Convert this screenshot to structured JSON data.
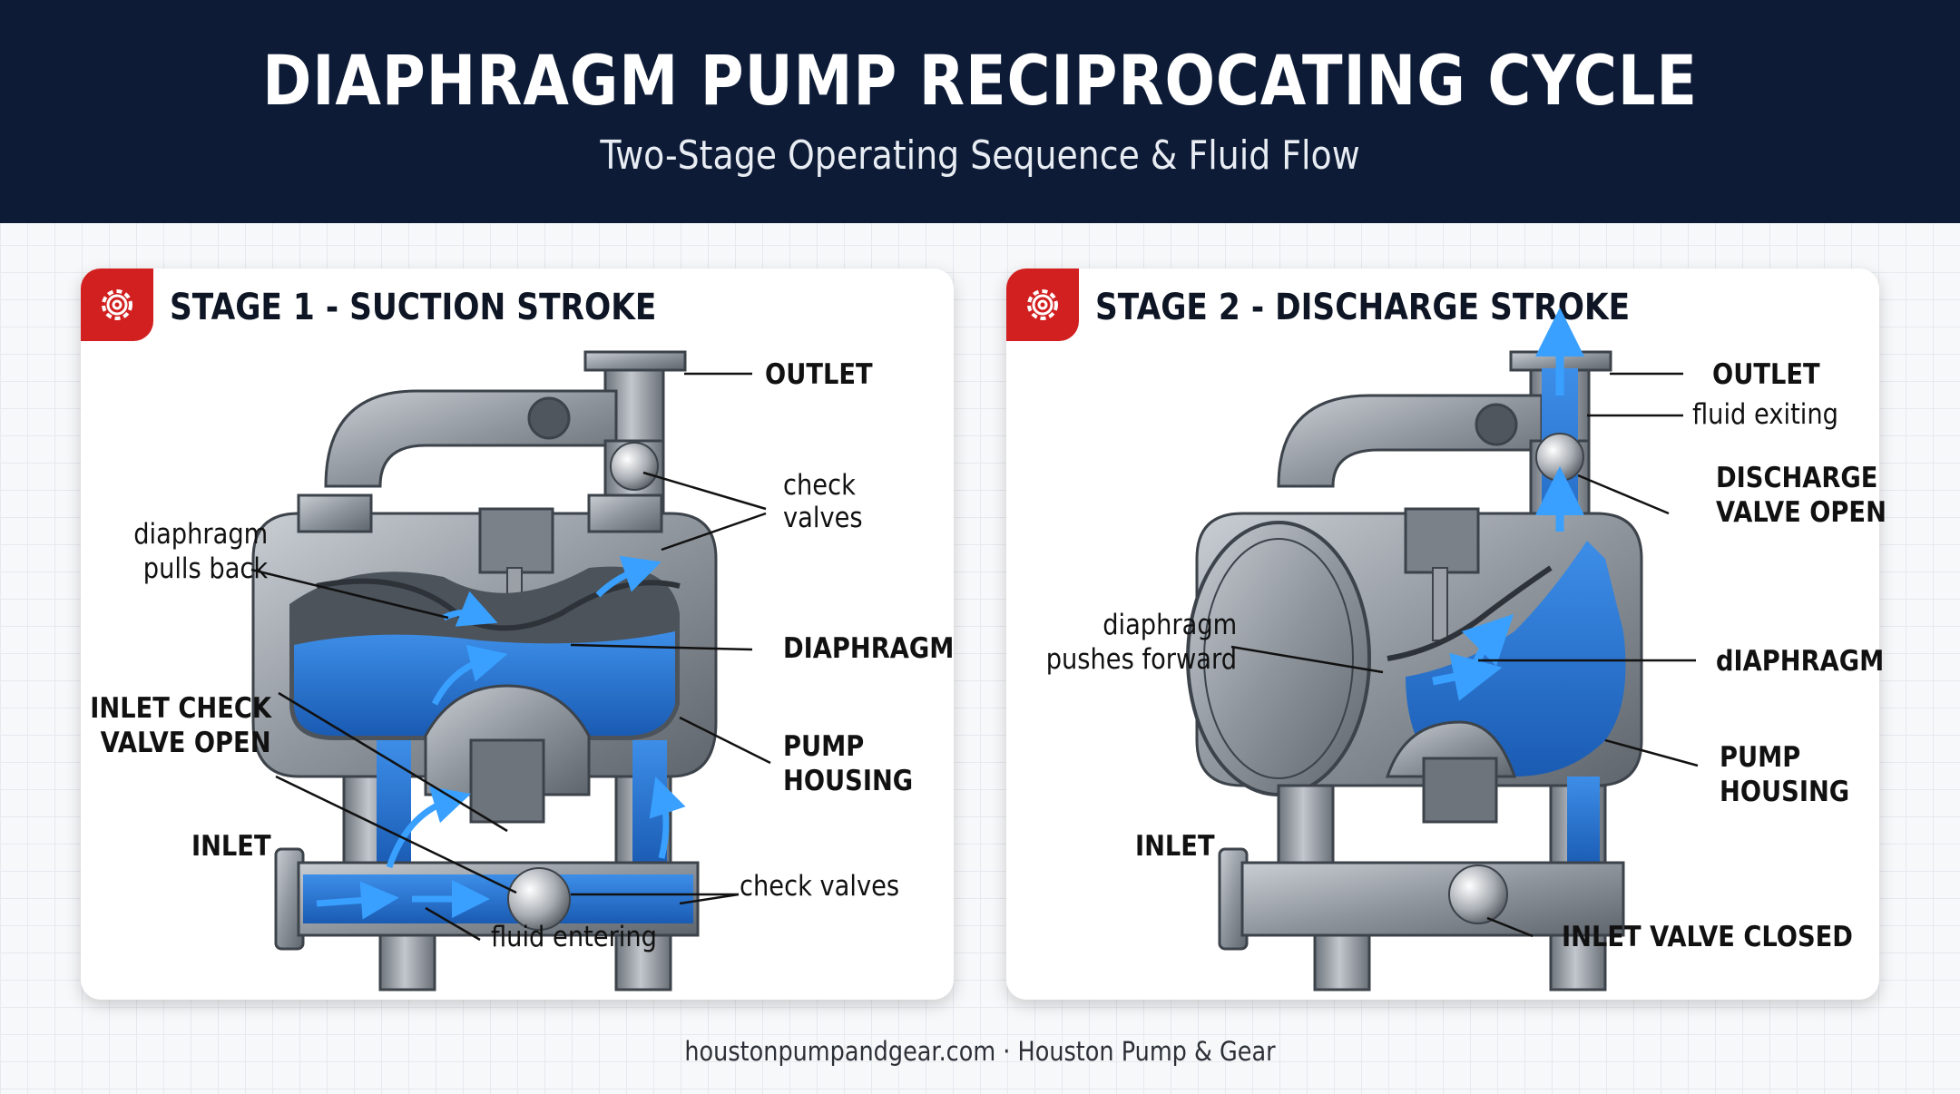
{
  "header": {
    "title": "DIAPHRAGM PUMP RECIPROCATING CYCLE",
    "subtitle": "Two-Stage Operating Sequence & Fluid Flow"
  },
  "panels": [
    {
      "icon": "gear-icon",
      "title": "STAGE 1 - SUCTION STROKE",
      "labels": {
        "outlet": "OUTLET",
        "check_valves_top": [
          "check",
          "valves"
        ],
        "diaphragm_action": [
          "diaphragm",
          "pulls back"
        ],
        "diaphragm": "DIAPHRAGM",
        "inlet_valve": [
          "INLET CHECK",
          "VALVE OPEN"
        ],
        "pump_housing": [
          "PUMP",
          "HOUSING"
        ],
        "inlet": "INLET",
        "check_valves_bottom": "check valves",
        "fluid": "fluid entering"
      }
    },
    {
      "icon": "gear-icon",
      "title": "STAGE 2 - DISCHARGE STROKE",
      "labels": {
        "outlet": "OUTLET",
        "fluid": "fluid exiting",
        "discharge_valve": [
          "DISCHARGE",
          "VALVE OPEN"
        ],
        "diaphragm_action": [
          "diaphragm",
          "pushes forward"
        ],
        "diaphragm": "dIAPHRAGM",
        "pump_housing": [
          "PUMP",
          "HOUSING"
        ],
        "inlet": "INLET",
        "inlet_valve": "INLET VALVE CLOSED"
      }
    }
  ],
  "footer": "houstonpumpandgear.com · Houston Pump & Gear",
  "colors": {
    "header_bg": "#0d1b36",
    "badge_red": "#d21f1f",
    "fluid_blue": "#1f6fd1",
    "metal_gray": "#8e949b"
  }
}
